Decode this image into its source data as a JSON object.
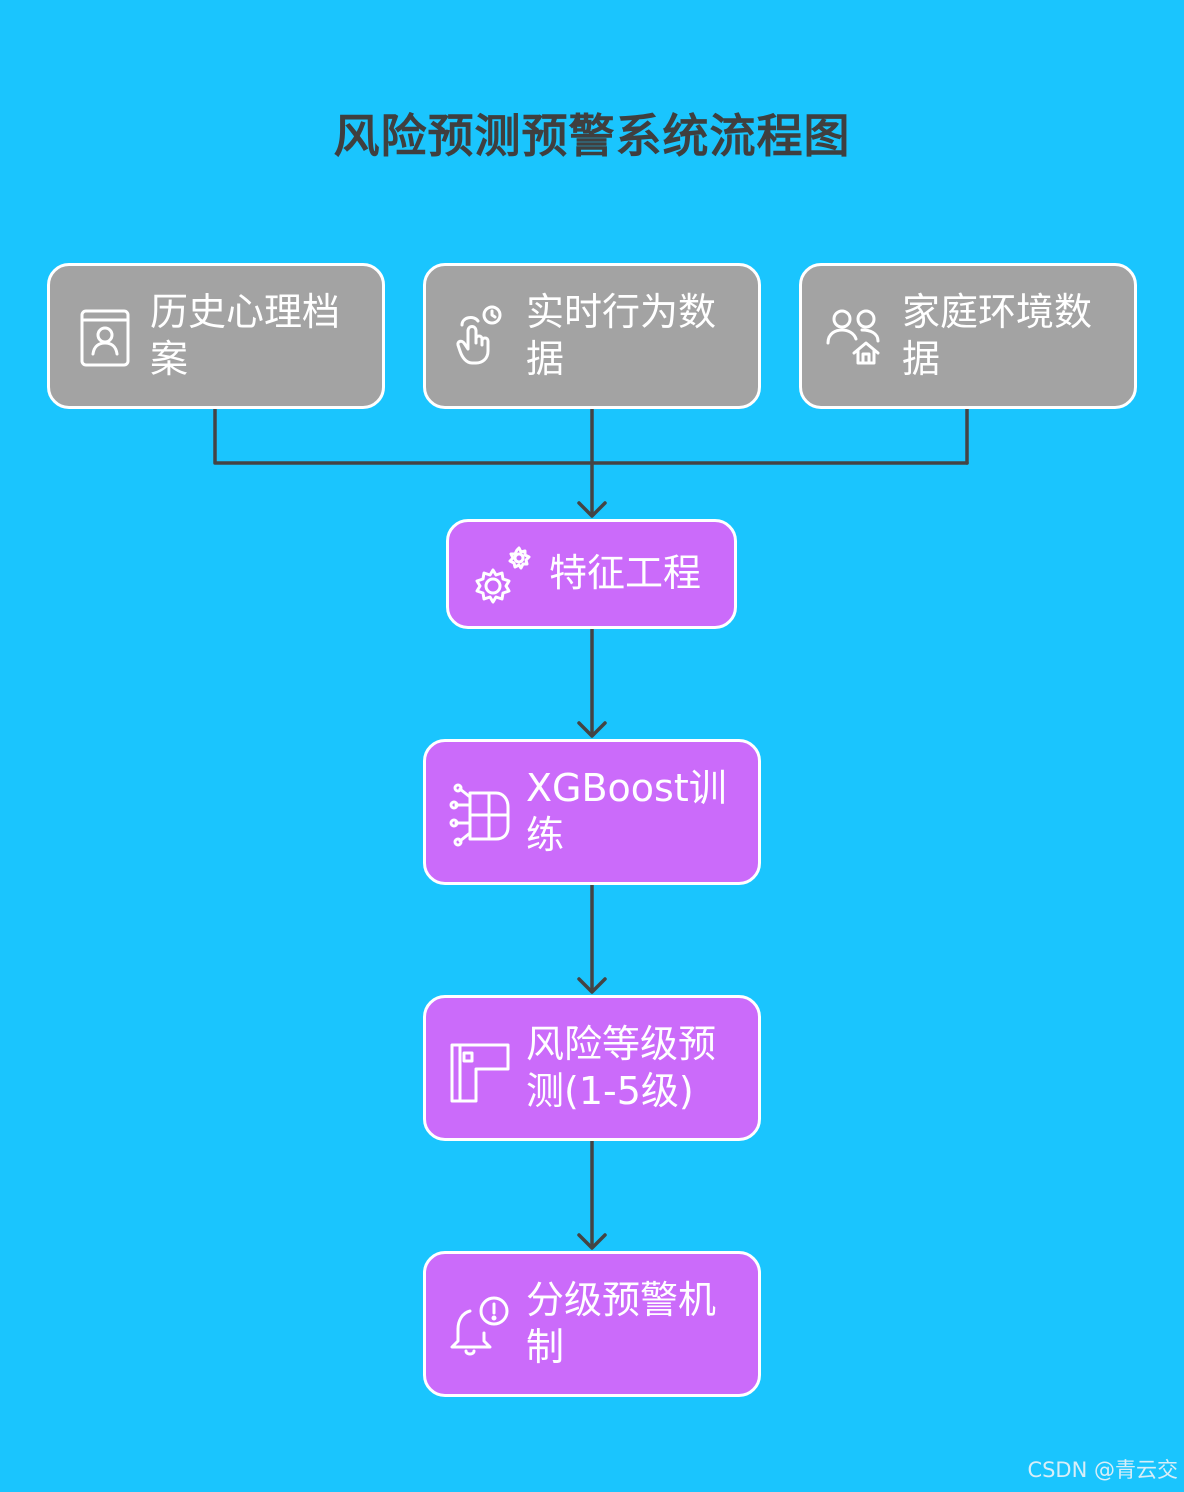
{
  "title": "风险预测预警系统流程图",
  "inputs": [
    {
      "label": "历史心理档案",
      "icon": "profile-card-icon"
    },
    {
      "label": "实时行为数据",
      "icon": "touch-gesture-icon"
    },
    {
      "label": "家庭环境数据",
      "icon": "family-home-icon"
    }
  ],
  "steps": [
    {
      "label": "特征工程",
      "icon": "gears-icon"
    },
    {
      "label": "XGBoost训练",
      "icon": "neural-network-icon"
    },
    {
      "label": "风险等级预测(1-5级)",
      "icon": "structure-icon"
    },
    {
      "label": "分级预警机制",
      "icon": "alert-bell-icon"
    }
  ],
  "colors": {
    "background": "#1ac5fe",
    "input_node": "#a3a3a3",
    "step_node": "#cb6bfa",
    "title": "#3f3f3f",
    "connector": "#444444",
    "border": "#ffffff"
  },
  "watermark": "CSDN @青云交"
}
